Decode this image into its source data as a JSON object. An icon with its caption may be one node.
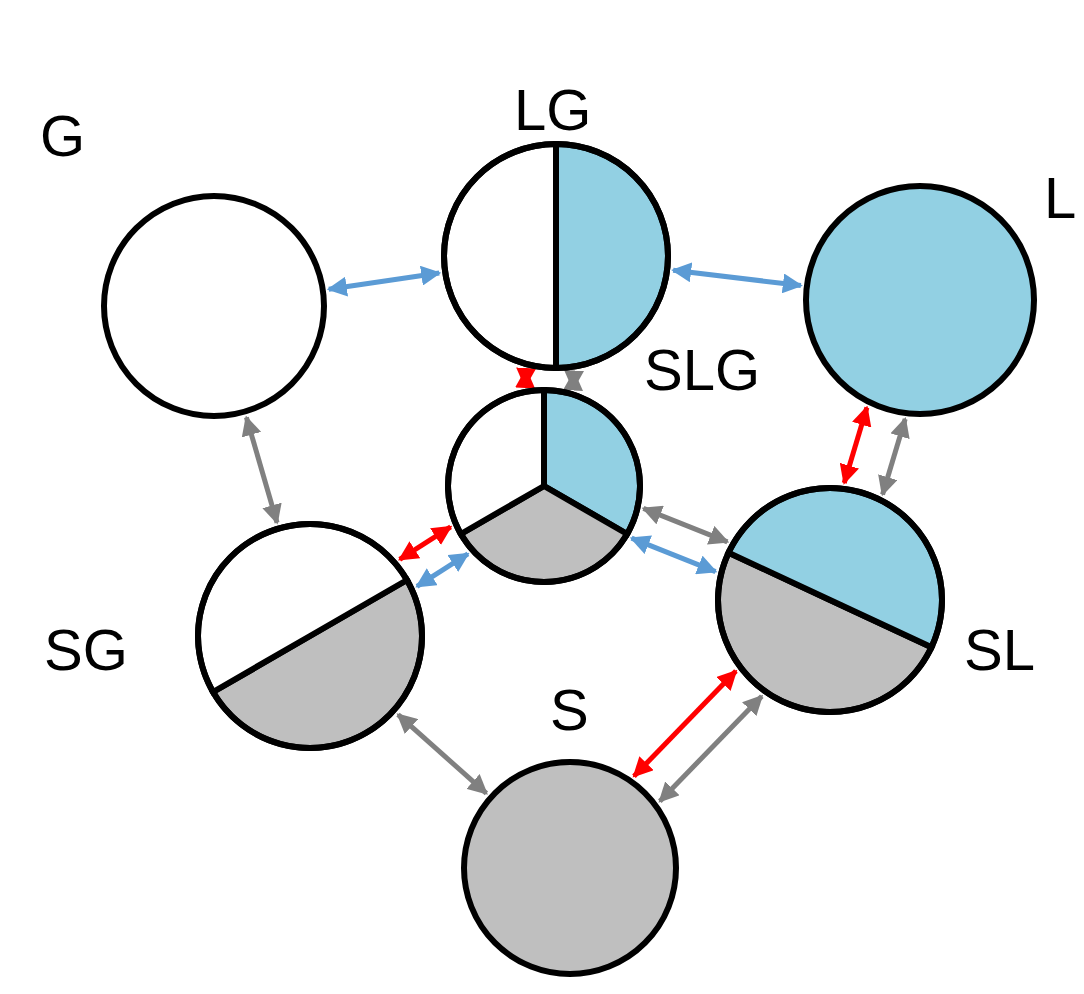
{
  "diagram": {
    "nodes": [
      {
        "text": [
          "G"
        ]
      },
      {
        "text": [
          "LG"
        ]
      },
      {
        "text": [
          "L"
        ]
      },
      {
        "text": [
          "SLG"
        ]
      },
      {
        "text": [
          "SG"
        ]
      },
      {
        "text": [
          "SL"
        ]
      },
      {
        "text": [
          "S"
        ]
      }
    ],
    "edges": [
      {
        "from": 0,
        "to": 1,
        "arrow": "both",
        "color": "#5b9bd5"
      },
      {
        "from": 1,
        "to": 2,
        "arrow": "both",
        "color": "#5b9bd5"
      },
      {
        "from": 0,
        "to": 4,
        "arrow": "both"
      },
      {
        "from": 1,
        "to": 3,
        "arrow": "both",
        "color": "#ff0000"
      },
      {
        "from": 1,
        "to": 3,
        "arrow": "both"
      },
      {
        "from": 2,
        "to": 5,
        "arrow": "both",
        "color": "#ff0000"
      },
      {
        "from": 2,
        "to": 5,
        "arrow": "both"
      },
      {
        "from": 4,
        "to": 3,
        "arrow": "both",
        "color": "#ff0000"
      },
      {
        "from": 4,
        "to": 3,
        "arrow": "both",
        "color": "#5b9bd5"
      },
      {
        "from": 3,
        "to": 5,
        "arrow": "both"
      },
      {
        "from": 3,
        "to": 5,
        "arrow": "both",
        "color": "#5b9bd5"
      },
      {
        "from": 4,
        "to": 6,
        "arrow": "both"
      },
      {
        "from": 6,
        "to": 5,
        "arrow": "both",
        "color": "#ff0000"
      },
      {
        "from": 6,
        "to": 5,
        "arrow": "both"
      }
    ]
  }
}
